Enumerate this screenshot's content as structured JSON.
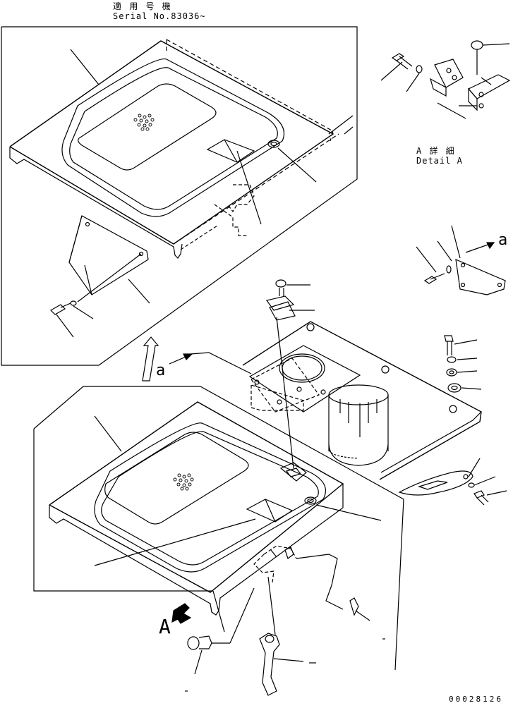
{
  "header": {
    "applicable_jp": "適 用 号 機",
    "serial": "Serial No.83036~"
  },
  "detail": {
    "title_jp": "A 詳 細",
    "title_en": "Detail A"
  },
  "view_labels": {
    "a_right": "a",
    "a_mid": "a",
    "A_big": "A"
  },
  "footer": {
    "drawing_number": "00028126"
  },
  "colors": {
    "ink": "#000000",
    "paper": "#ffffff"
  }
}
